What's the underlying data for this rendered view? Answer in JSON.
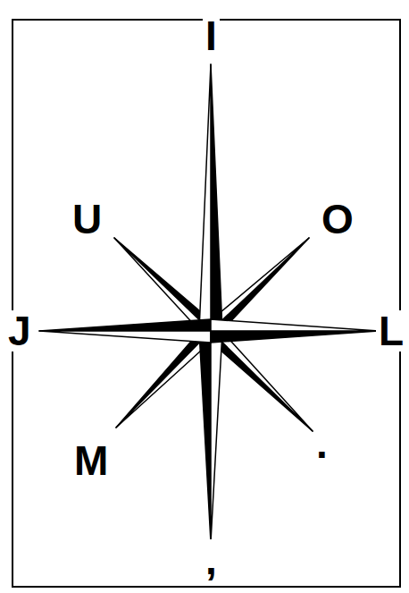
{
  "diagram": {
    "labels": [
      "I",
      "U",
      "O",
      "J",
      "L",
      "M",
      ".",
      ","
    ]
  }
}
